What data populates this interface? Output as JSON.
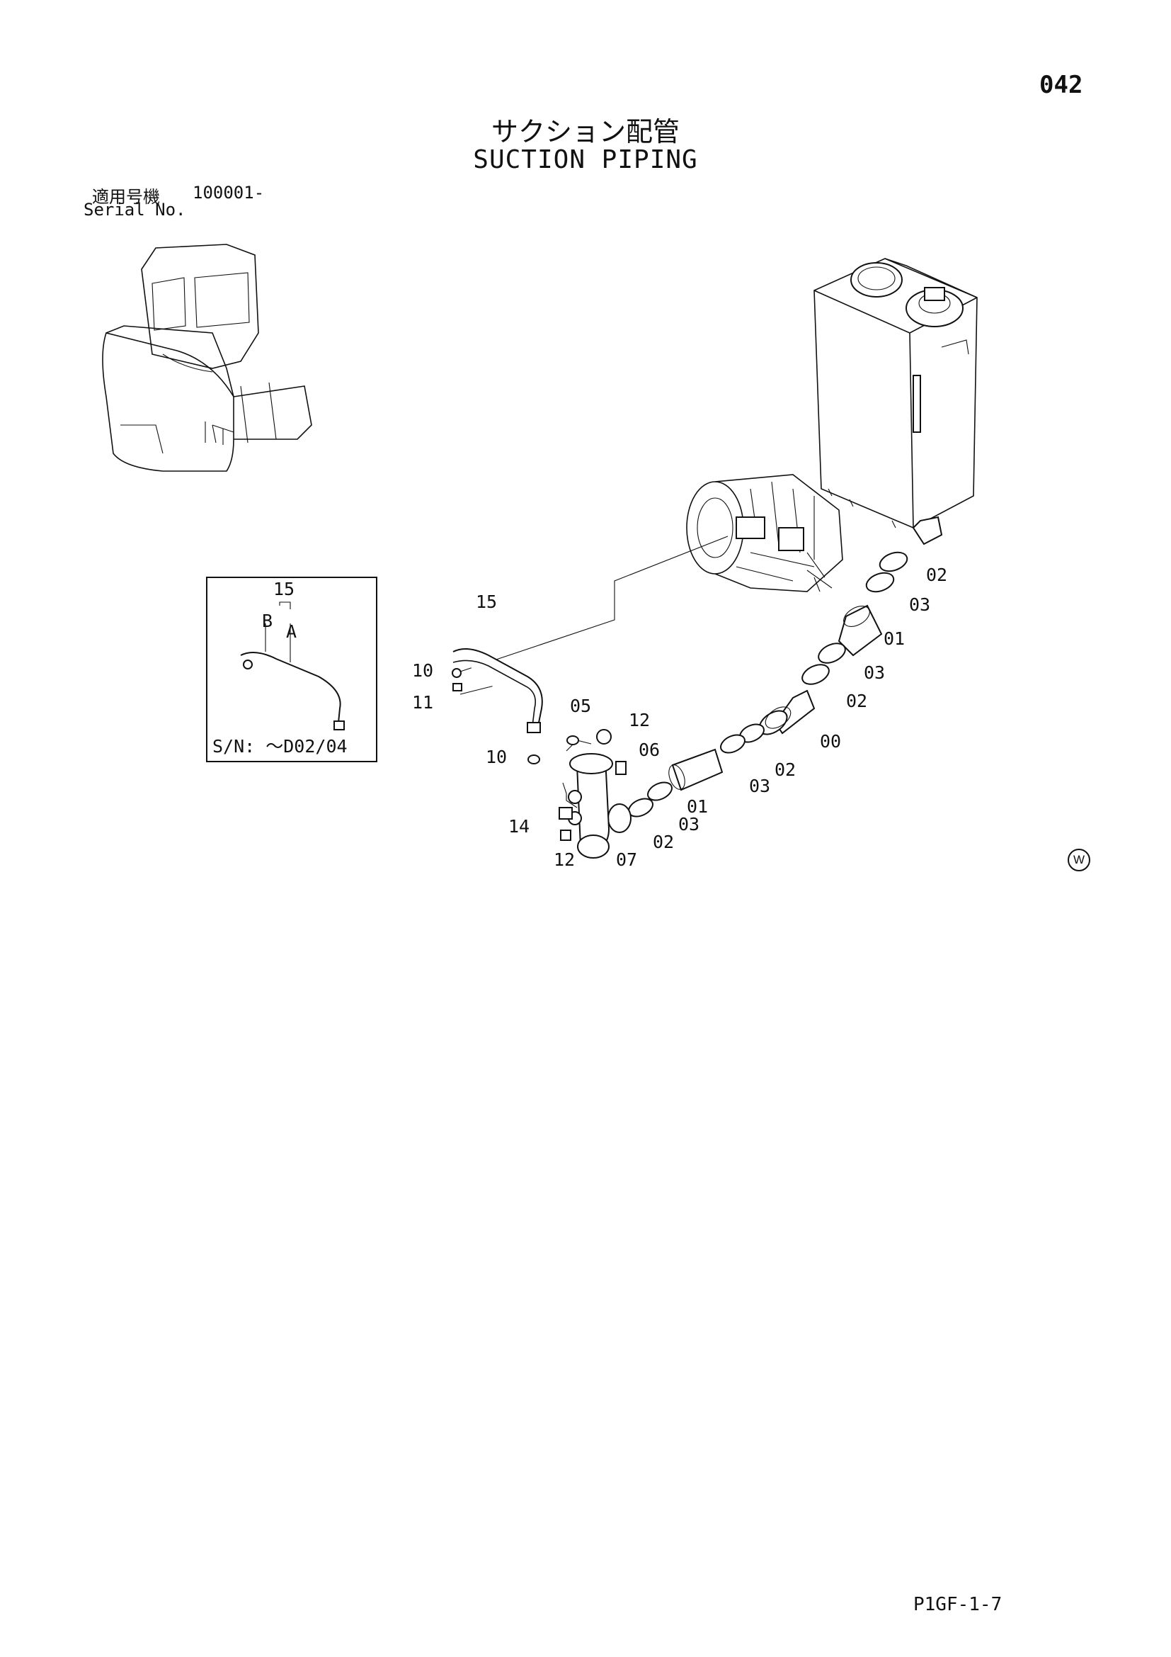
{
  "page_number": "042",
  "title_jp": "サクション配管",
  "title_en": "SUCTION PIPING",
  "serial": {
    "label_jp": "適用号機",
    "value": "100001-",
    "label_en": "Serial No."
  },
  "inset": {
    "part": "15",
    "end_b": "B",
    "end_a": "A",
    "sn_note": "S/N: ～D02/04"
  },
  "callouts": {
    "c02_top": "02",
    "c03_top": "03",
    "c01_top": "01",
    "c03_mid": "03",
    "c02_mid": "02",
    "c00": "00",
    "c15": "15",
    "c10_top": "10",
    "c11": "11",
    "c05": "05",
    "c12_top": "12",
    "c06": "06",
    "c10_low": "10",
    "c03_low": "03",
    "c02_low": "02",
    "c01_low": "01",
    "c03_bot": "03",
    "c02_bot": "02",
    "c14": "14",
    "c12_bot": "12",
    "c07": "07"
  },
  "mark": "W",
  "page_code": "P1GF-1-7"
}
